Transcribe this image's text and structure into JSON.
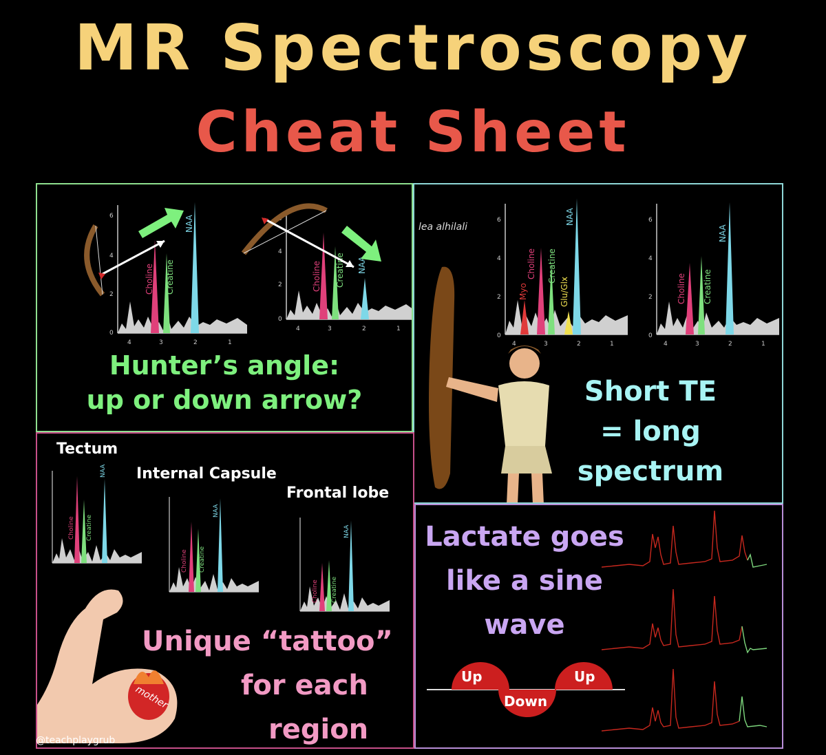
{
  "title_line1": "MR Spectroscopy",
  "title_line2": "Cheat Sheet",
  "colors": {
    "title1": "#f6d27a",
    "title2": "#e8584a",
    "green": "#7ef07e",
    "cyan": "#a8f4f4",
    "pink": "#f29ac4",
    "purple": "#c9a6f2",
    "red": "#cc1f1f"
  },
  "panel_hunter": {
    "text_line1": "Hunter’s angle:",
    "text_line2": "up or down arrow?"
  },
  "panel_short_te": {
    "text_line1": "Short TE",
    "text_line2": "= long",
    "text_line3": "spectrum",
    "logo_text": "lea alhilali"
  },
  "panel_tattoo": {
    "label_tectum": "Tectum",
    "label_internal_capsule": "Internal Capsule",
    "label_frontal_lobe": "Frontal lobe",
    "text_line1": "Unique “tattoo”",
    "text_line2": "for each",
    "text_line3": "region",
    "tattoo_text": "mother"
  },
  "panel_lactate": {
    "text_line1": "Lactate goes",
    "text_line2": "like a sine",
    "text_line3": "wave",
    "wave_up_left": "Up",
    "wave_down": "Down",
    "wave_up_right": "Up"
  },
  "spectra_labels": {
    "choline": "Choline",
    "creatine": "Creatine",
    "naa": "NAA",
    "myo": "Myo",
    "glu": "Glu/Glx"
  },
  "y_ticks": [
    "0",
    "2",
    "4",
    "6"
  ],
  "x_ticks": [
    "4",
    "3",
    "2",
    "1"
  ],
  "credit": "@teachplaygrub"
}
